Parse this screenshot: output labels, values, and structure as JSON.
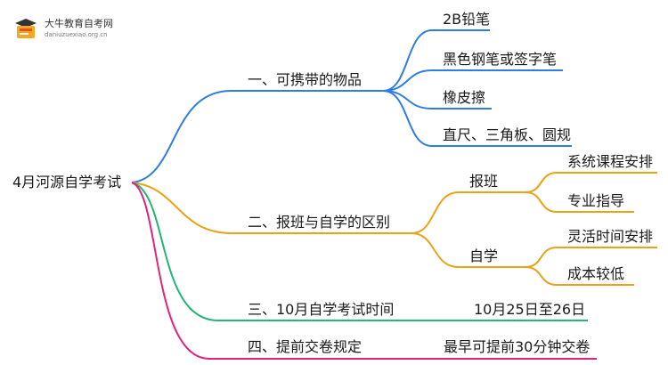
{
  "logo": {
    "title": "大牛教育自考网",
    "url": "daniuzuexiao.org.cn",
    "badge_icon": "graduation-book-icon",
    "colors": {
      "badge": "#f5a623",
      "accent": "#e8541a"
    }
  },
  "root": {
    "label": "4月河源自学考试"
  },
  "colors": {
    "branch1": "#2f7de1",
    "branch2": "#e8a317",
    "branch3": "#22b573",
    "branch4": "#e0237f"
  },
  "branches": [
    {
      "label": "一、可携带的物品",
      "items": [
        "2B铅笔",
        "黑色钢笔或签字笔",
        "橡皮擦",
        "直尺、三角板、圆规"
      ]
    },
    {
      "label": "二、报班与自学的区别",
      "groups": [
        {
          "label": "报班",
          "items": [
            "系统课程安排",
            "专业指导"
          ]
        },
        {
          "label": "自学",
          "items": [
            "灵活时间安排",
            "成本较低"
          ]
        }
      ]
    },
    {
      "label": "三、10月自学考试时间",
      "items": [
        "10月25日至26日"
      ]
    },
    {
      "label": "四、提前交卷规定",
      "items": [
        "最早可提前30分钟交卷"
      ]
    }
  ]
}
